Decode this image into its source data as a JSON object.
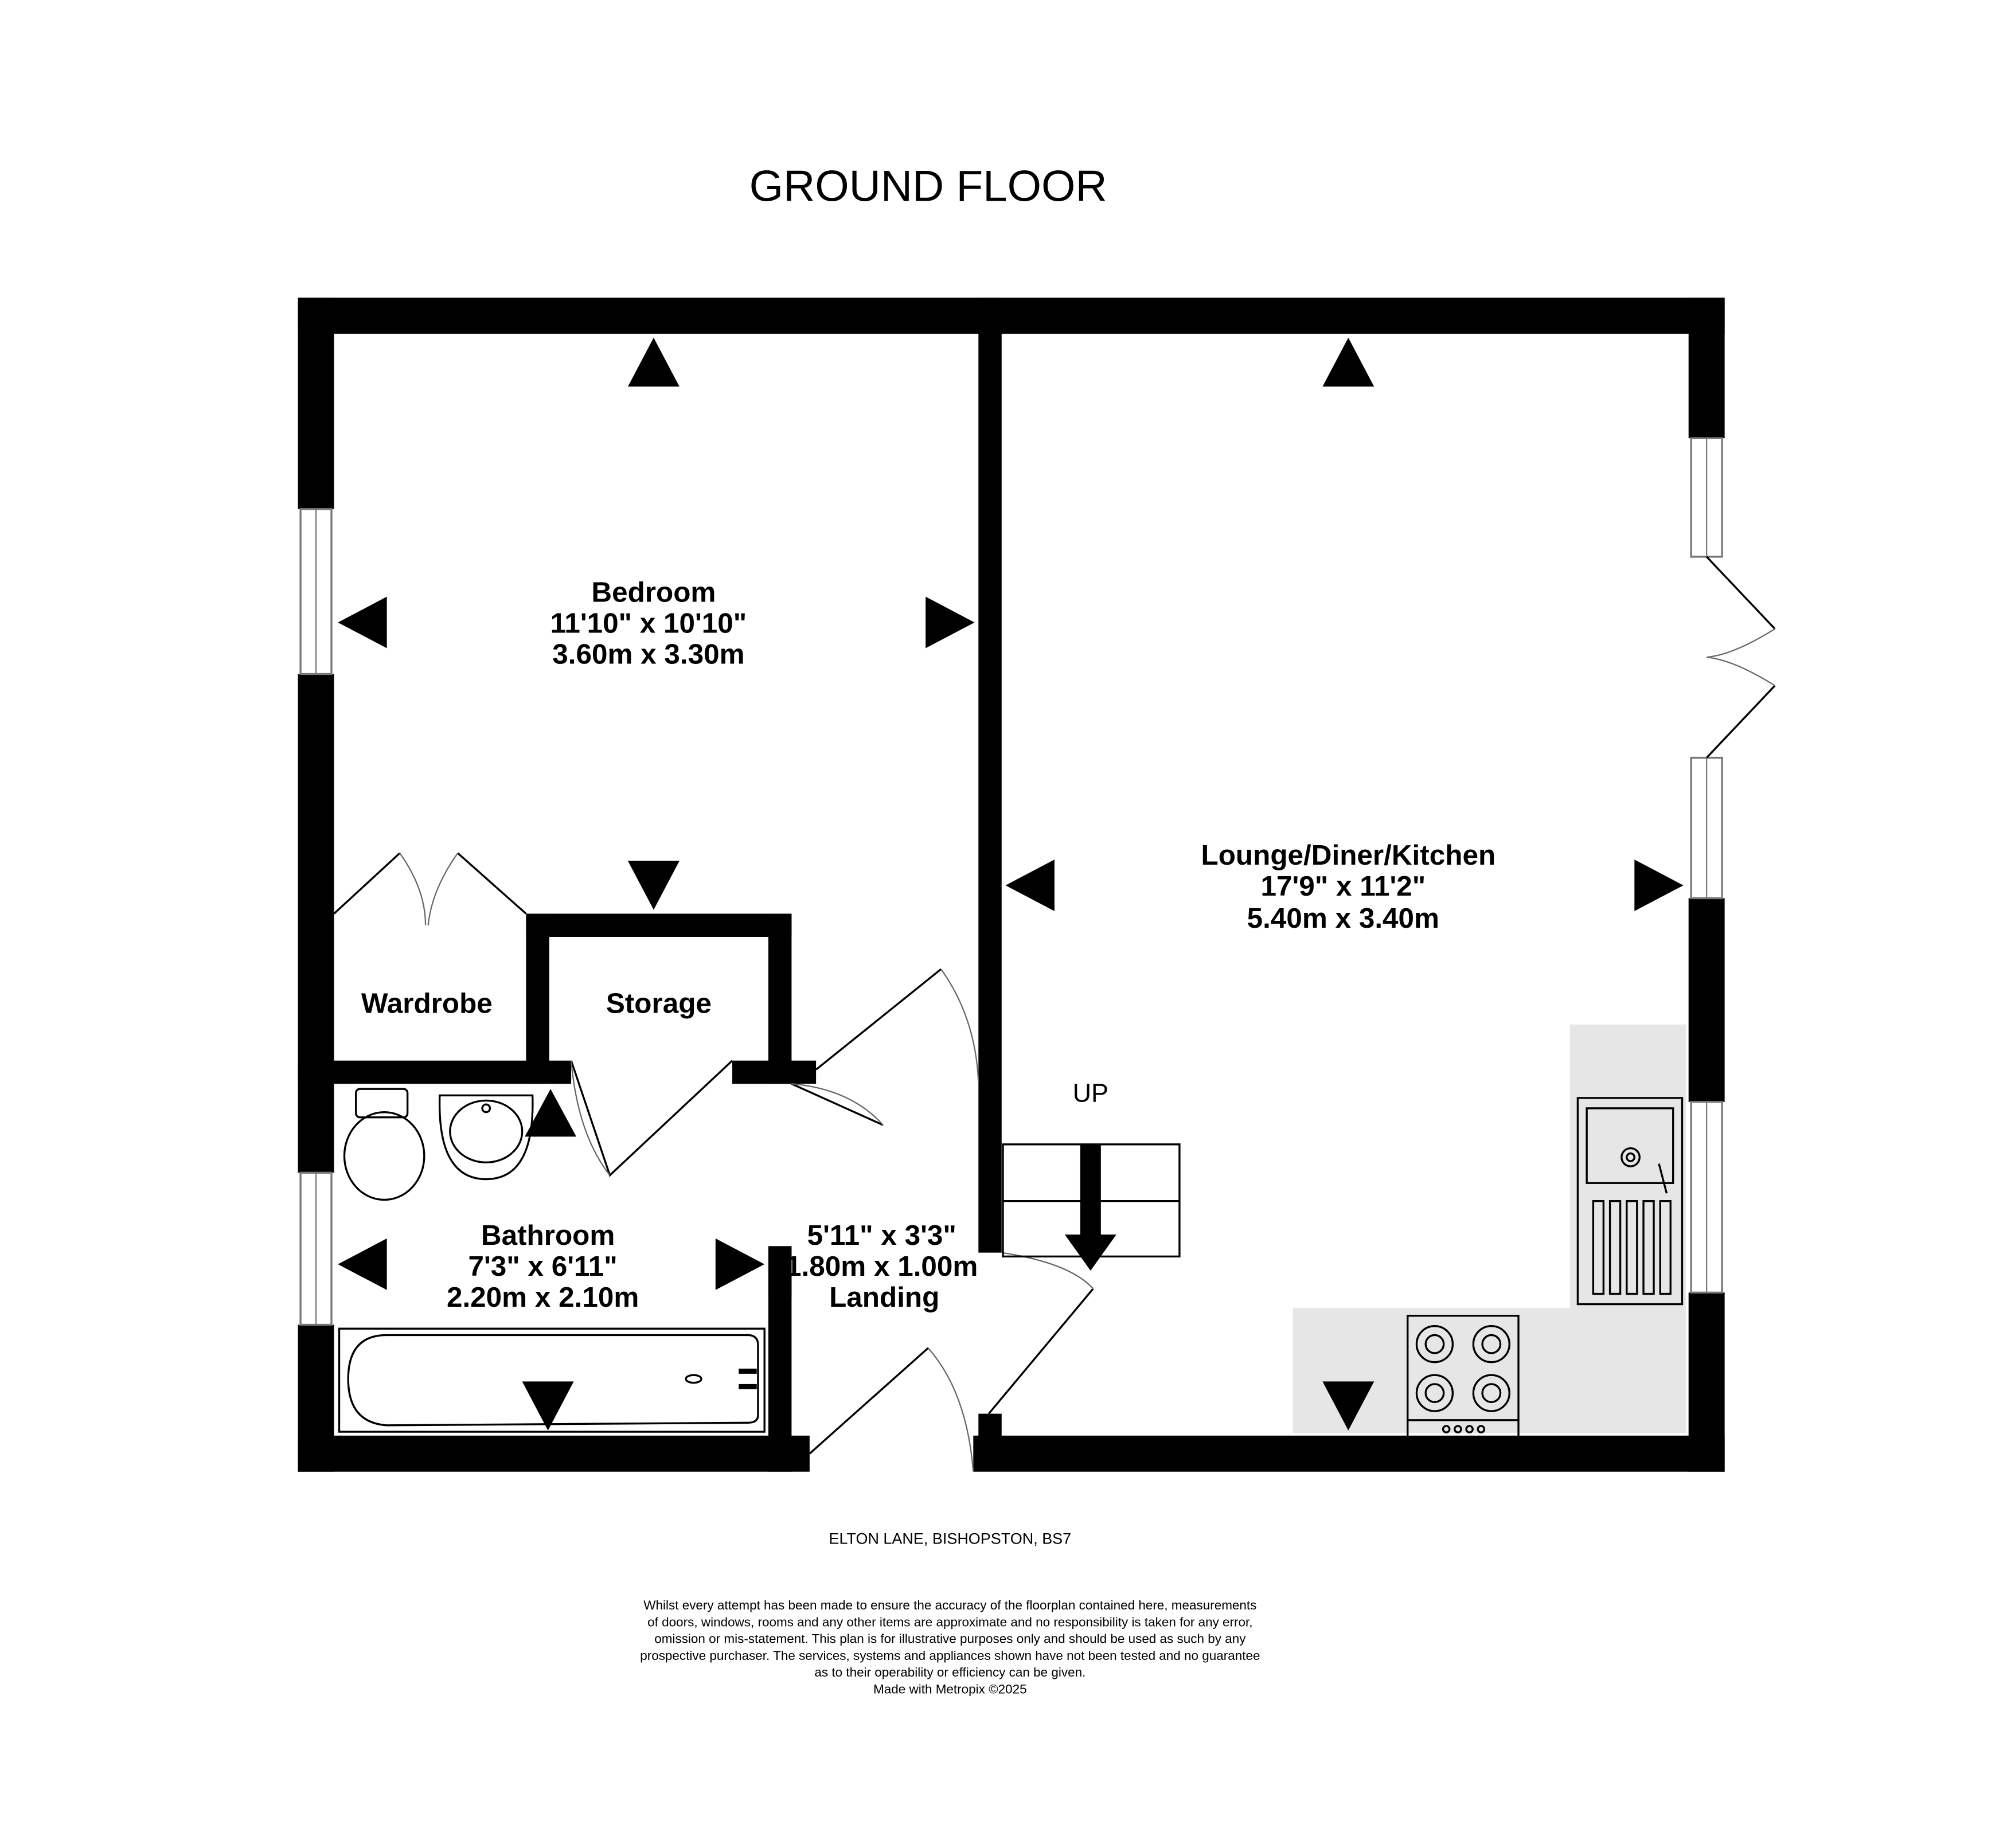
{
  "title": "GROUND FLOOR",
  "rooms": {
    "bedroom": {
      "name": "Bedroom",
      "imperial": "11'10\"  x 10'10\"",
      "metric": "3.60m  x 3.30m"
    },
    "lounge": {
      "name": "Lounge/Diner/Kitchen",
      "imperial": "17'9\"  x 11'2\"",
      "metric": "5.40m  x 3.40m"
    },
    "wardrobe": {
      "name": "Wardrobe"
    },
    "storage": {
      "name": "Storage"
    },
    "bathroom": {
      "name": "Bathroom",
      "imperial": "7'3\"  x 6'11\"",
      "metric": "2.20m  x 2.10m"
    },
    "landing": {
      "name": "Landing",
      "imperial": "5'11\"  x 3'3\"",
      "metric": "1.80m  x 1.00m"
    }
  },
  "stairs_label": "UP",
  "address": "ELTON LANE, BISHOPSTON, BS7",
  "disclaimer": [
    "Whilst every attempt has been made to ensure the accuracy of the floorplan contained here, measurements",
    "of doors, windows, rooms and any other items are approximate and no responsibility is taken for any error,",
    "omission or mis-statement. This plan is for illustrative purposes only and should be used as such by any",
    "prospective purchaser. The services, systems and appliances shown have not been tested and no guarantee",
    "as to their operability or efficiency can be given.",
    "Made with Metropix ©2025"
  ],
  "colors": {
    "wall": "#000000",
    "counter": "#e6e6e6"
  }
}
